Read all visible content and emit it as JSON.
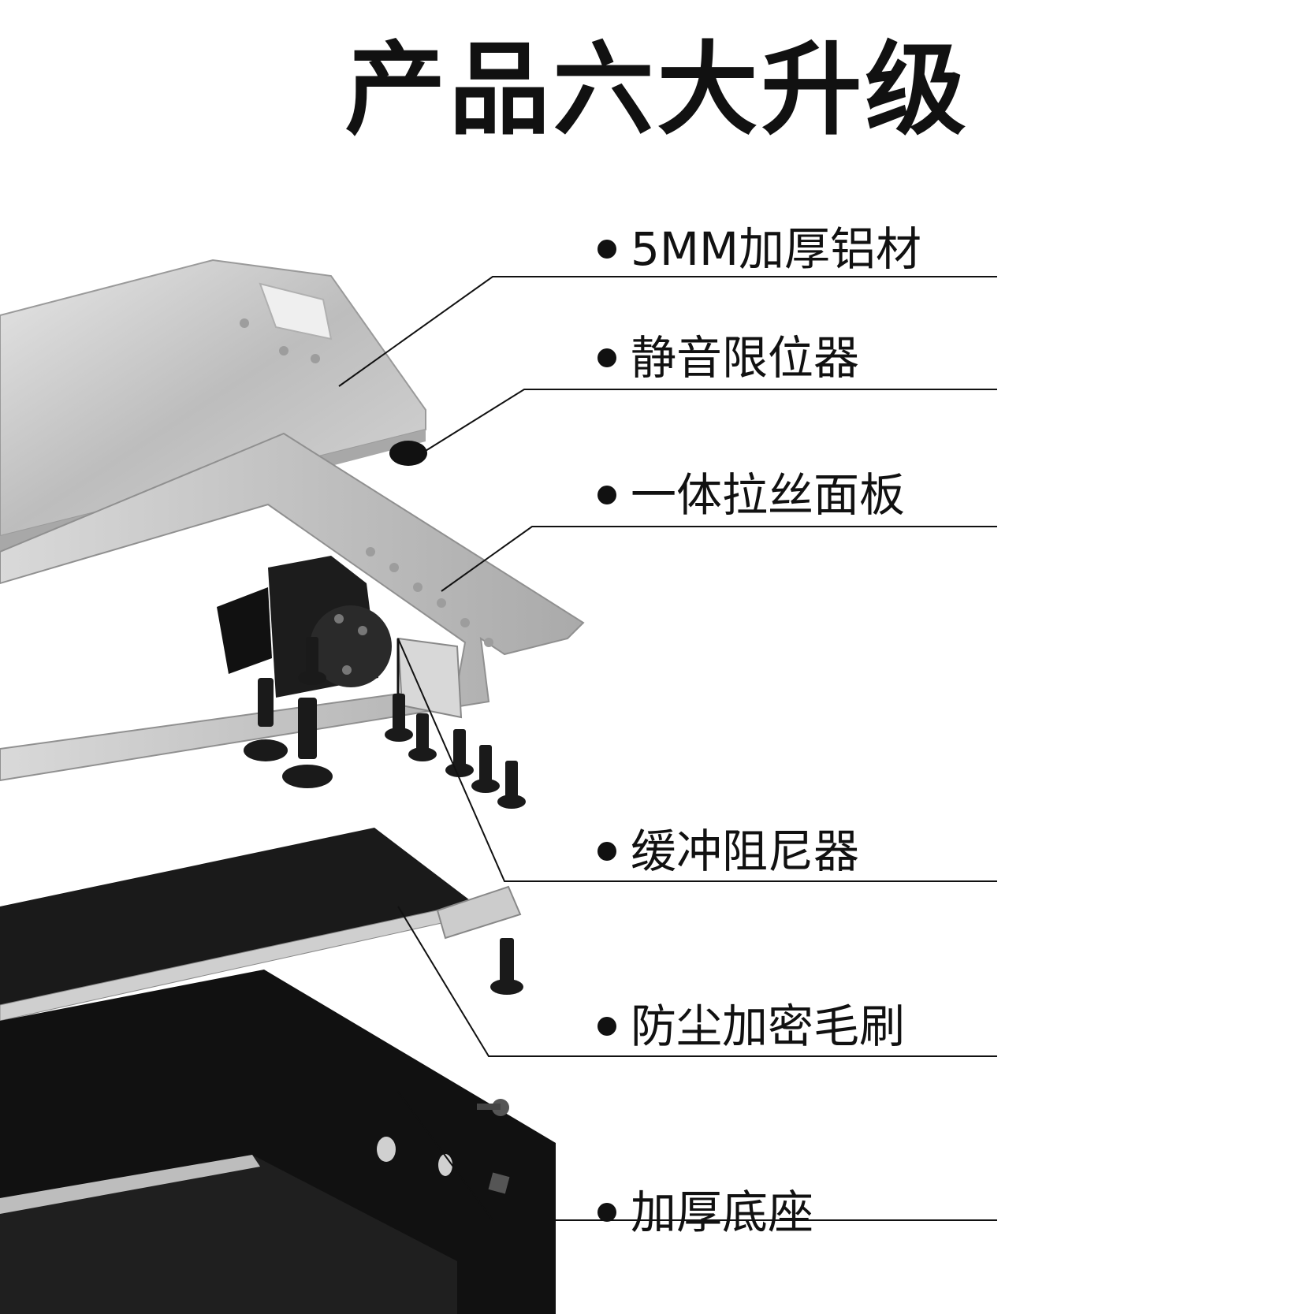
{
  "title": "产品六大升级",
  "features": [
    {
      "label": "5MM加厚铝材"
    },
    {
      "label": "静音限位器"
    },
    {
      "label": "一体拉丝面板"
    },
    {
      "label": "缓冲阻尼器"
    },
    {
      "label": "防尘加密毛刷"
    },
    {
      "label": "加厚底座"
    }
  ],
  "colors": {
    "text": "#111111",
    "aluminum": "#c9c9c9",
    "base": "#111111",
    "brush": "#1a1a1a"
  }
}
